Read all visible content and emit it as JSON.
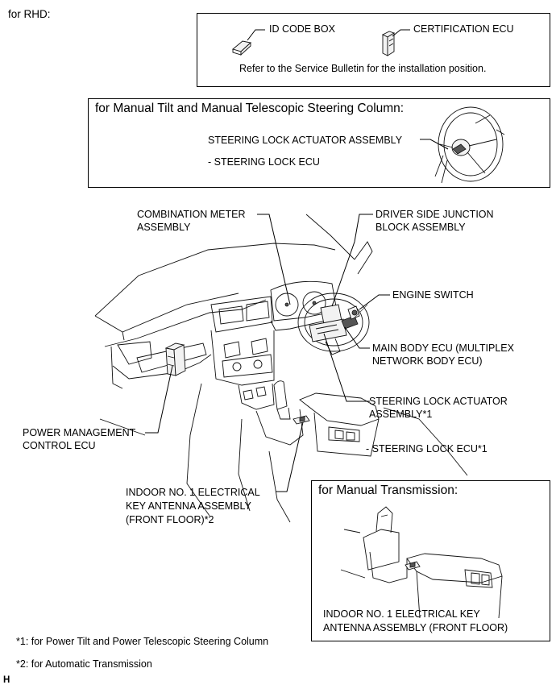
{
  "header": {
    "label": "for RHD:"
  },
  "top_box": {
    "id_code_box": "ID CODE BOX",
    "certification_ecu": "CERTIFICATION ECU",
    "note": "Refer to the Service Bulletin for the installation position."
  },
  "steering_box": {
    "title": "for Manual Tilt and Manual Telescopic Steering Column:",
    "actuator": "STEERING LOCK ACTUATOR ASSEMBLY",
    "ecu": "- STEERING LOCK ECU"
  },
  "callouts": {
    "combination_meter": [
      "COMBINATION METER",
      "ASSEMBLY"
    ],
    "driver_junction": [
      "DRIVER SIDE JUNCTION",
      "BLOCK ASSEMBLY"
    ],
    "engine_switch": "ENGINE SWITCH",
    "main_body_ecu": [
      "MAIN BODY ECU (MULTIPLEX",
      "NETWORK BODY ECU)"
    ],
    "steering_lock_actuator": [
      "STEERING LOCK ACTUATOR",
      "ASSEMBLY*1"
    ],
    "steering_lock_ecu": "- STEERING LOCK ECU*1",
    "power_management": [
      "POWER MANAGEMENT",
      "CONTROL ECU"
    ],
    "indoor_antenna": [
      "INDOOR NO. 1 ELECTRICAL",
      "KEY ANTENNA ASSEMBLY",
      "(FRONT FLOOR)*2"
    ]
  },
  "manual_box": {
    "title": "for Manual Transmission:",
    "caption": [
      "INDOOR NO. 1 ELECTRICAL KEY",
      "ANTENNA ASSEMBLY (FRONT FLOOR)"
    ]
  },
  "footnotes": [
    "*1: for Power Tilt and Power Telescopic Steering Column",
    "*2: for Automatic Transmission"
  ],
  "corner_mark": "H"
}
